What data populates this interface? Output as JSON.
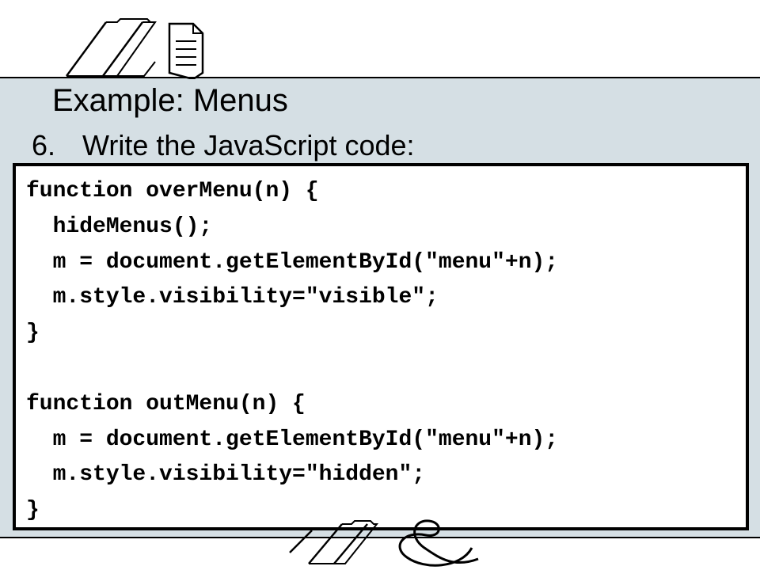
{
  "slide": {
    "title": "Example: Menus",
    "step": {
      "number": "6.",
      "text": "Write the JavaScript code:"
    },
    "code_lines": [
      "function overMenu(n) {",
      "  hideMenus();",
      "  m = document.getElementById(\"menu\"+n);",
      "  m.style.visibility=\"visible\";",
      "}",
      "",
      "function outMenu(n) {",
      "  m = document.getElementById(\"menu\"+n);",
      "  m.style.visibility=\"hidden\";",
      "}"
    ]
  },
  "decorations": {
    "top": [
      "folder-icon",
      "document-icon"
    ],
    "bottom": [
      "slash-icon",
      "folder-icon",
      "ampersand-icon"
    ]
  },
  "colors": {
    "band": "#d5dfe4",
    "text": "#000000",
    "code_background": "#ffffff"
  }
}
